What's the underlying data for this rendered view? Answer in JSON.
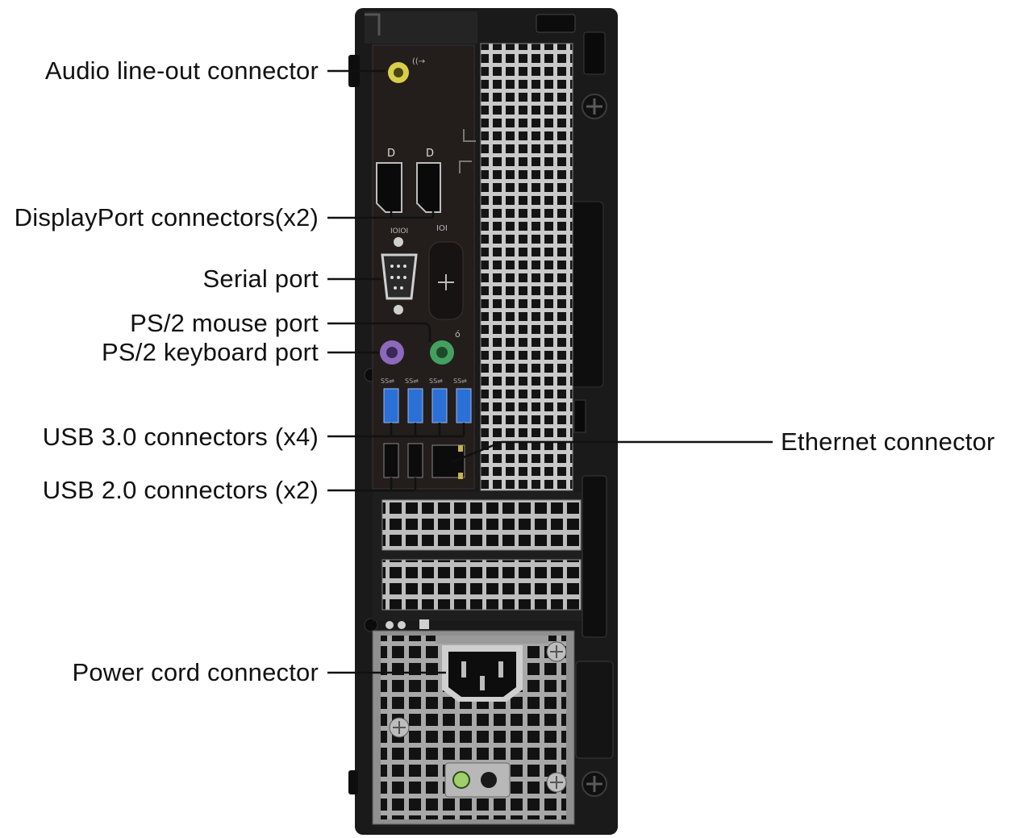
{
  "labels": {
    "audio": "Audio line-out connector",
    "displayport": "DisplayPort connectors(x2)",
    "serial": "Serial port",
    "ps2_mouse": "PS/2 mouse port",
    "ps2_keyboard": "PS/2 keyboard port",
    "usb3": "USB 3.0 connectors (x4)",
    "usb2": "USB 2.0 connectors (x2)",
    "power": "Power cord connector",
    "ethernet": "Ethernet connector"
  },
  "colors": {
    "chassis": "#1b1b1b",
    "io_panel": "#221d1c",
    "grille": "#bfbfbf",
    "audio_port": "#c7c23a",
    "usb3_blue": "#2a6fd4",
    "ps2_mouse": "#3f9a5a",
    "ps2_keyboard": "#8a67b8",
    "psu_metal": "#9a9a9a"
  }
}
